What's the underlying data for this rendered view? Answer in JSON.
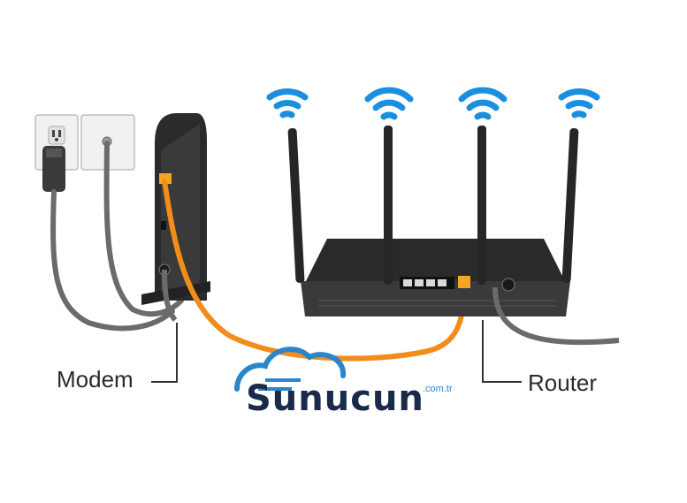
{
  "labels": {
    "modem": "Modem",
    "router": "Router"
  },
  "logo": {
    "name": "Sunucun",
    "tld": ".com.tr"
  },
  "colors": {
    "wifi": "#1a8fe0",
    "ethernet_cable": "#f28c1a",
    "device_body": "#2e2e2e",
    "cable_gray": "#6b6b6b",
    "logo_cloud": "#2a86c8",
    "logo_text": "#1b2a4a"
  },
  "icons": [
    "wifi-icon",
    "power-outlet-icon",
    "coax-wall-plate-icon",
    "modem-icon",
    "router-icon",
    "cloud-logo-icon"
  ]
}
